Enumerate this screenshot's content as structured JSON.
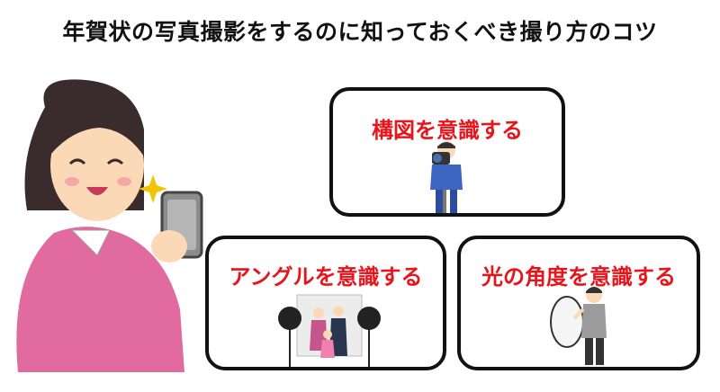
{
  "title": "年賀状の写真撮影をするのに知っておくべき撮り方のコツ",
  "cards": [
    {
      "label": "構図を意識する",
      "illustration": "photographer-with-tripod-icon"
    },
    {
      "label": "アングルを意識する",
      "illustration": "family-photo-studio-icon"
    },
    {
      "label": "光の角度を意識する",
      "illustration": "person-with-reflector-icon"
    }
  ],
  "hero": {
    "illustration": "woman-taking-photo-with-smartphone"
  },
  "colors": {
    "label": "#e8141b",
    "border": "#111111",
    "text": "#111111",
    "sweater": "#e16aa1"
  }
}
